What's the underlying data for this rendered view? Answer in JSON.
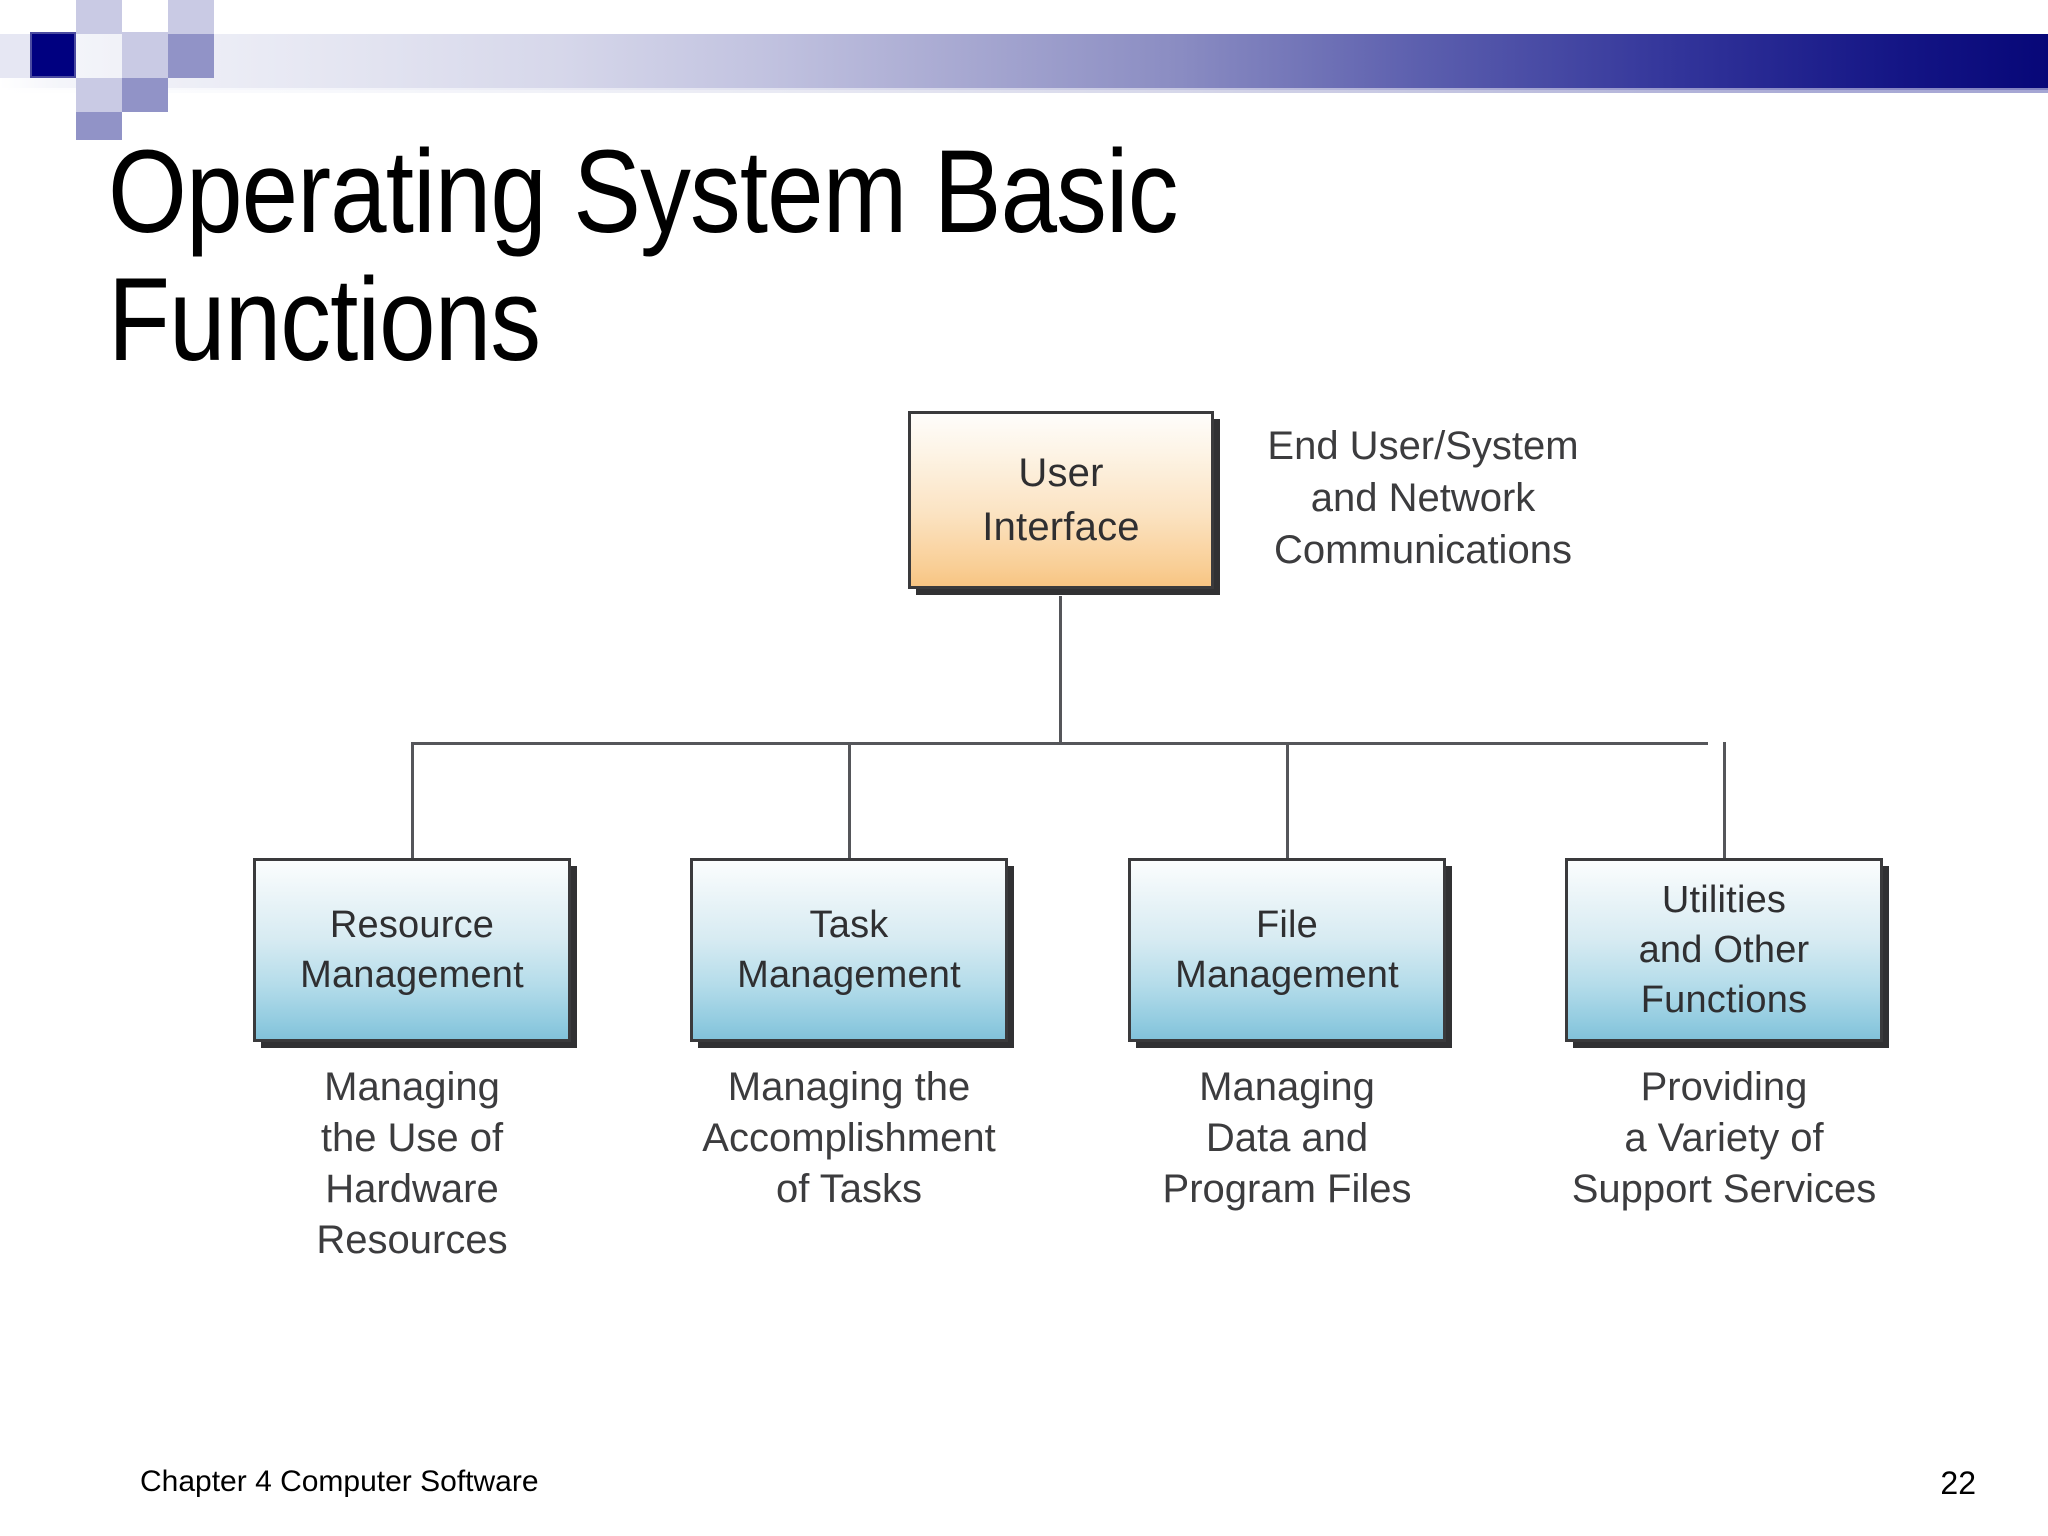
{
  "slide": {
    "title": "Operating System Basic\nFunctions",
    "footer_left": "Chapter 4 Computer Software",
    "page_number": "22"
  },
  "theme": {
    "accent_dark_navy": "#000080",
    "band_light": "#c9cae4",
    "band_mid": "#9193c7",
    "band_deep": "#070778",
    "top_node_fill": "#f8c583",
    "leaf_node_fill": "#82c2da",
    "line_color": "#55565a",
    "text_color": "#3c3c3e"
  },
  "diagram": {
    "type": "hierarchy-tree",
    "root": {
      "id": "user-interface",
      "label": "User\nInterface",
      "annotation": "End User/System\nand Network\nCommunications"
    },
    "children": [
      {
        "id": "resource-management",
        "label": "Resource\nManagement",
        "caption": "Managing\nthe Use of\nHardware\nResources"
      },
      {
        "id": "task-management",
        "label": "Task\nManagement",
        "caption": "Managing the\nAccomplishment\nof Tasks"
      },
      {
        "id": "file-management",
        "label": "File\nManagement",
        "caption": "Managing\nData and\nProgram Files"
      },
      {
        "id": "utilities-and-other-functions",
        "label": "Utilities\nand Other\nFunctions",
        "caption": "Providing\na Variety of\nSupport Services"
      }
    ]
  }
}
